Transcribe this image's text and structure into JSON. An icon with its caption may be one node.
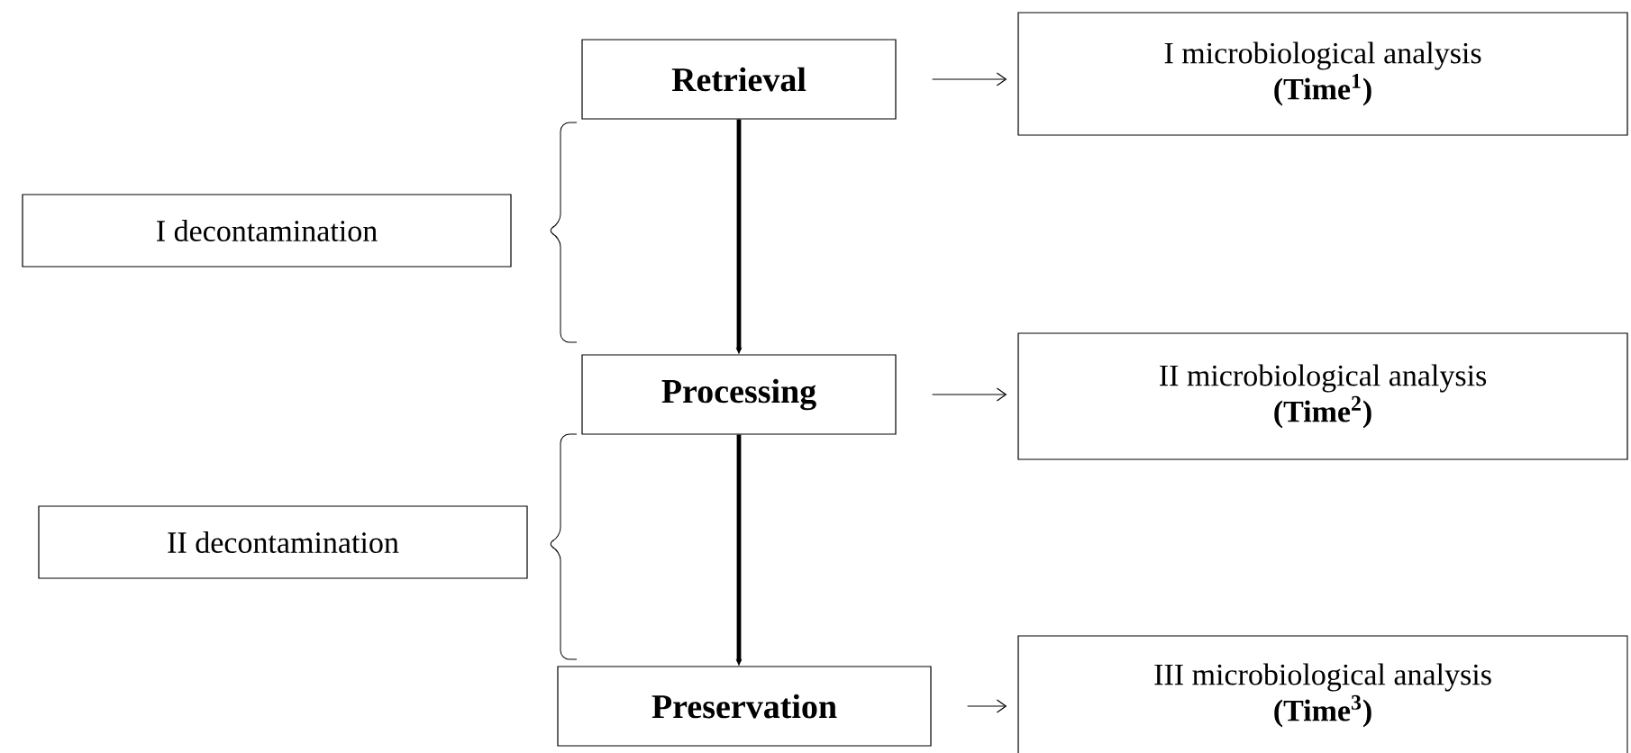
{
  "diagram": {
    "nodes": [
      {
        "text": [
          "Retrieval"
        ]
      },
      {
        "text": [
          "I microbiological analysis",
          "(Time$^{1}$)"
        ]
      },
      {
        "text": [
          "I decontamination"
        ]
      },
      {
        "text": [
          "Processing"
        ]
      },
      {
        "text": [
          "II microbiological analysis",
          "(Time$^{2}$)"
        ]
      },
      {
        "text": [
          "II decontamination"
        ]
      },
      {
        "text": [
          "Preservation"
        ]
      },
      {
        "text": [
          "III microbiological analysis",
          "(Time$^{3}$)"
        ]
      }
    ],
    "edges": [
      {
        "from": 0,
        "to": 3,
        "arrow": "to",
        "style": "thick"
      },
      {
        "from": 3,
        "to": 6,
        "arrow": "to",
        "style": "thick"
      },
      {
        "from": 0,
        "to": 1,
        "arrow": "to"
      },
      {
        "from": 3,
        "to": 4,
        "arrow": "to"
      },
      {
        "from": 6,
        "to": 7,
        "arrow": "to"
      }
    ]
  }
}
